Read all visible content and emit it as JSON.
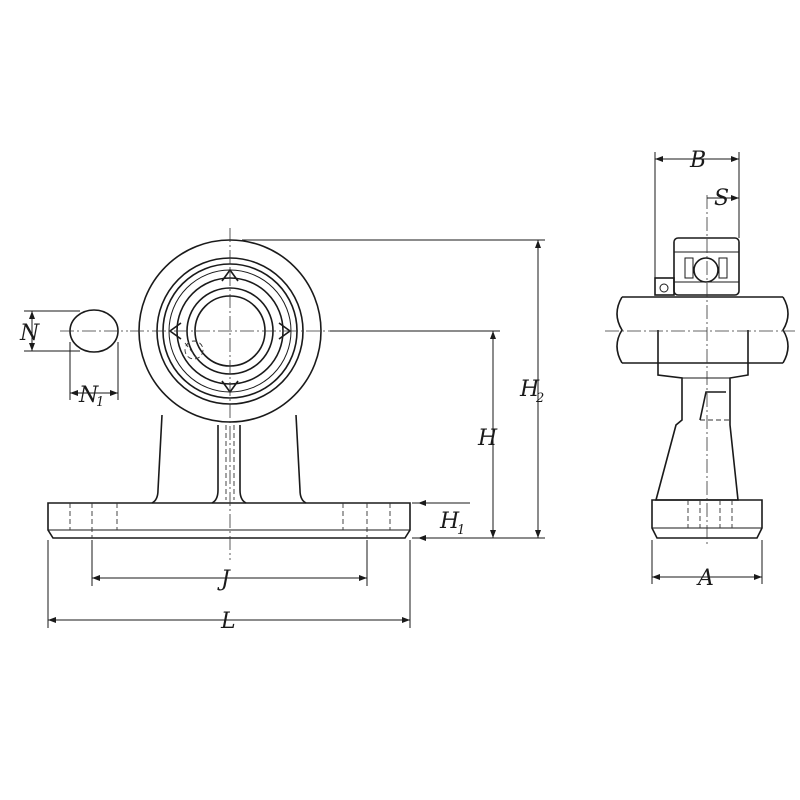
{
  "labels": {
    "B": "B",
    "S": "S",
    "H2": "H",
    "H2_sub": "2",
    "H": "H",
    "H1": "H",
    "H1_sub": "1",
    "N": "N",
    "N1": "N",
    "N1_sub": "1",
    "J": "J",
    "L": "L",
    "A": "A"
  },
  "colors": {
    "line": "#1a1a1a",
    "background": "#ffffff"
  }
}
